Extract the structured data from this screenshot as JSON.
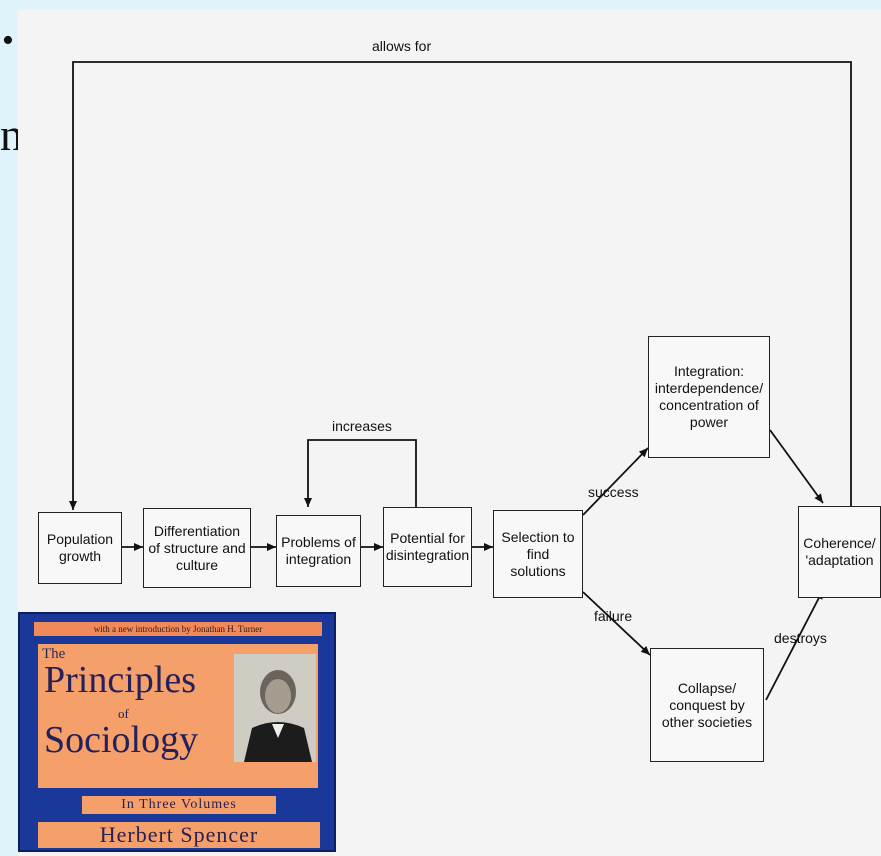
{
  "slide": {
    "bullet": "•",
    "partial_letter": "n"
  },
  "diagram": {
    "nodes": {
      "population_growth": "Population\ngrowth",
      "differentiation": "Differentiation\nof structure and\nculture",
      "problems_integration": "Problems of\nintegration",
      "potential_disintegration": "Potential for\ndisintegration",
      "selection": "Selection to\nfind solutions",
      "integration": "Integration:\ninterdependence/\nconcentration of\npower",
      "collapse": "Collapse/\nconquest by\nother societies",
      "coherence": "Coherence/\n'adaptation"
    },
    "edge_labels": {
      "allows_for": "allows for",
      "increases": "increases",
      "success": "success",
      "failure": "failure",
      "destroys": "destroys"
    }
  },
  "book": {
    "top_band": "with a new introduction by Jonathan H. Turner",
    "the": "The",
    "principles": "Principles",
    "of": "of",
    "sociology": "Sociology",
    "volumes": "In Three Volumes",
    "author": "Herbert Spencer"
  }
}
